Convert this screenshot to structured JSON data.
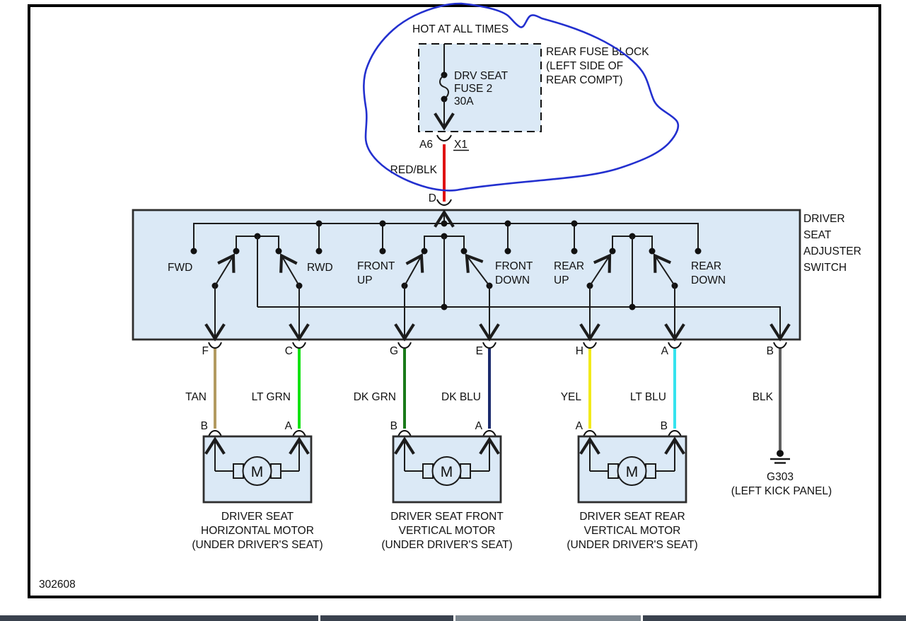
{
  "diagram_id": "302608",
  "power": {
    "hot_label": "HOT AT ALL TIMES",
    "fuse_lines": [
      "DRV SEAT",
      "FUSE 2",
      "30A"
    ],
    "block_lines": [
      "REAR FUSE BLOCK",
      "(LEFT SIDE OF",
      "REAR COMPT)"
    ],
    "pin_out": "A6",
    "connector_id": "X1",
    "feed_wire_label": "RED/BLK",
    "feed_wire_color": "#e01212",
    "dest_pin": "D"
  },
  "switch": {
    "title_lines": [
      "DRIVER",
      "SEAT",
      "ADJUSTER",
      "SWITCH"
    ],
    "positions": [
      {
        "lines": [
          "FWD"
        ]
      },
      {
        "lines": [
          "RWD"
        ]
      },
      {
        "lines": [
          "FRONT",
          "UP"
        ]
      },
      {
        "lines": [
          "FRONT",
          "DOWN"
        ]
      },
      {
        "lines": [
          "REAR",
          "UP"
        ]
      },
      {
        "lines": [
          "REAR",
          "DOWN"
        ]
      }
    ]
  },
  "wires": [
    {
      "switch_pin": "F",
      "label": "TAN",
      "color": "#b29a60",
      "motor_pin": "B"
    },
    {
      "switch_pin": "C",
      "label": "LT GRN",
      "color": "#12e212",
      "motor_pin": "A"
    },
    {
      "switch_pin": "G",
      "label": "DK GRN",
      "color": "#1a7a1a",
      "motor_pin": "B"
    },
    {
      "switch_pin": "E",
      "label": "DK BLU",
      "color": "#1c2b6e",
      "motor_pin": "A"
    },
    {
      "switch_pin": "H",
      "label": "YEL",
      "color": "#f2ea1a",
      "motor_pin": "A"
    },
    {
      "switch_pin": "A",
      "label": "LT BLU",
      "color": "#35e3ee",
      "motor_pin": "B"
    },
    {
      "switch_pin": "B",
      "label": "BLK",
      "color": "#606060",
      "motor_pin": ""
    }
  ],
  "motors": [
    {
      "symbol": "M",
      "name_lines": [
        "DRIVER SEAT",
        "HORIZONTAL MOTOR",
        "(UNDER DRIVER'S SEAT)"
      ]
    },
    {
      "symbol": "M",
      "name_lines": [
        "DRIVER SEAT FRONT",
        "VERTICAL MOTOR",
        "(UNDER DRIVER'S SEAT)"
      ]
    },
    {
      "symbol": "M",
      "name_lines": [
        "DRIVER SEAT REAR",
        "VERTICAL MOTOR",
        "(UNDER DRIVER'S SEAT)"
      ]
    }
  ],
  "ground": {
    "id": "G303",
    "location": "(LEFT KICK PANEL)"
  },
  "annotation": {
    "stroke": "#2330cf"
  },
  "taskbar": {
    "dark": "#3a424e",
    "light": "#7e8891"
  }
}
